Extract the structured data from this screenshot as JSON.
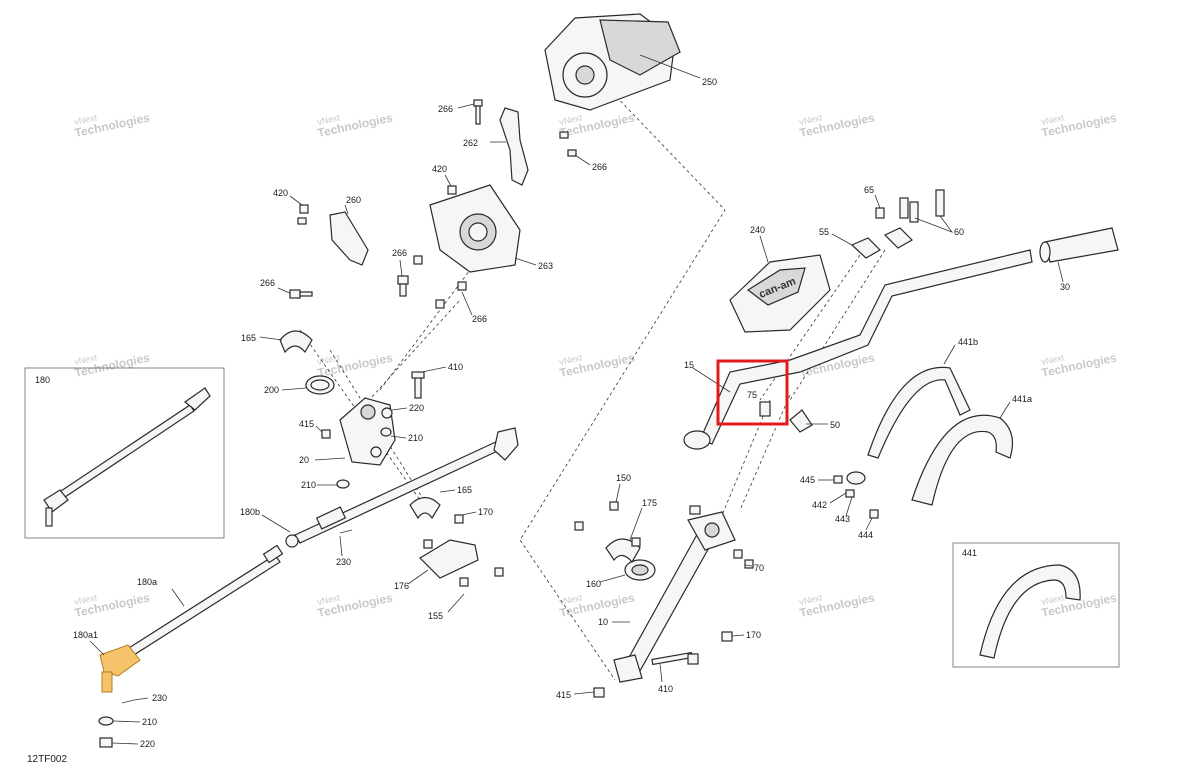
{
  "figure_code": "12TF002",
  "watermark": {
    "line1": "vNext",
    "line2": "Technologies"
  },
  "brand_on_part": "can-am",
  "highlight_color": "#e11b1b",
  "labels": {
    "l250": "250",
    "l266a": "266",
    "l262": "262",
    "l266b": "266",
    "l420a": "420",
    "l420b": "420",
    "l260": "260",
    "l266c": "266",
    "l263": "263",
    "l266d": "266",
    "l266e": "266",
    "l165a": "165",
    "l410a": "410",
    "l200": "200",
    "l220a": "220",
    "l415a": "415",
    "l210a": "210",
    "l20": "20",
    "l210b": "210",
    "l165b": "165",
    "l180b": "180b",
    "l170a": "170",
    "l230a": "230",
    "l176": "176",
    "l155": "155",
    "l180a": "180a",
    "l180a1": "180a1",
    "l230b": "230",
    "l210c": "210",
    "l220b": "220",
    "l180": "180",
    "l65": "65",
    "l60": "60",
    "l240": "240",
    "l55": "55",
    "l30": "30",
    "l15": "15",
    "l75": "75",
    "l50": "50",
    "l441b": "441b",
    "l441a": "441a",
    "l445": "445",
    "l442": "442",
    "l443": "443",
    "l444": "444",
    "l150": "150",
    "l175": "175",
    "l160": "160",
    "l70": "70",
    "l10": "10",
    "l170b": "170",
    "l410b": "410",
    "l415b": "415",
    "l441": "441"
  }
}
